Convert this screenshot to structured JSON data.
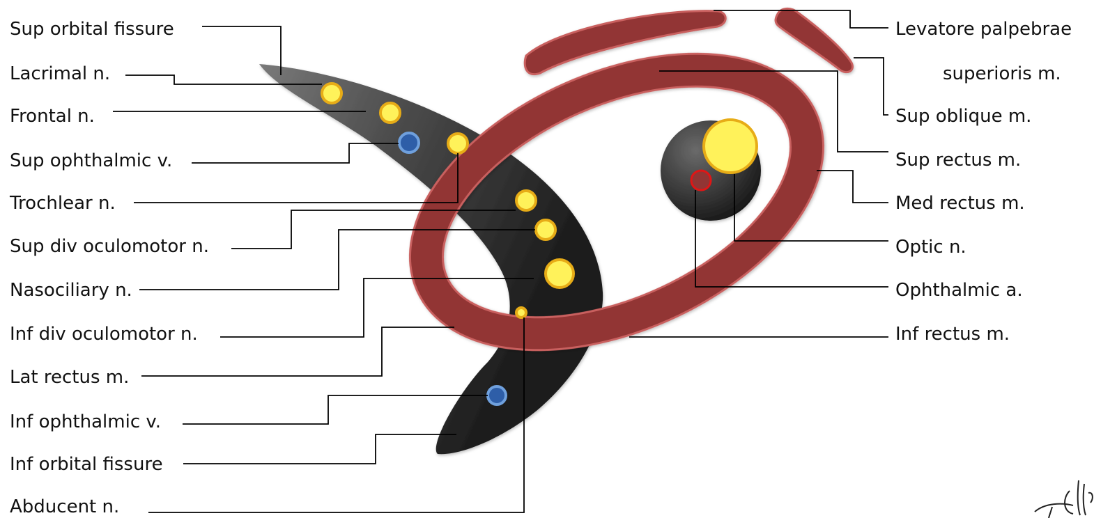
{
  "diagram": {
    "left_labels": [
      "Sup orbital fissure",
      "Lacrimal n.",
      "Frontal n.",
      "Sup ophthalmic v.",
      "Trochlear n.",
      "Sup div oculomotor n.",
      "Nasociliary n.",
      "Inf div oculomotor n.",
      "Lat rectus m.",
      "Inf ophthalmic v.",
      "Inf orbital fissure",
      "Abducent n."
    ],
    "right_labels": [
      "Levatore palpebrae",
      "superioris m.",
      "Sup oblique m.",
      "Sup rectus m.",
      "Med rectus m.",
      "Optic n.",
      "Ophthalmic a.",
      "Inf rectus m."
    ],
    "signature": "T. Gillard",
    "colors": {
      "muscle": "#923534",
      "muscle_edge": "#c9605e",
      "fissure_dark": "#1c1c1c",
      "fissure_light": "#707070",
      "nerve_fill": "#fff25a",
      "nerve_edge": "#e7ac17",
      "vein_fill": "#2e5ea8",
      "vein_edge": "#6fa0dd",
      "artery_edge": "#e01616"
    }
  }
}
